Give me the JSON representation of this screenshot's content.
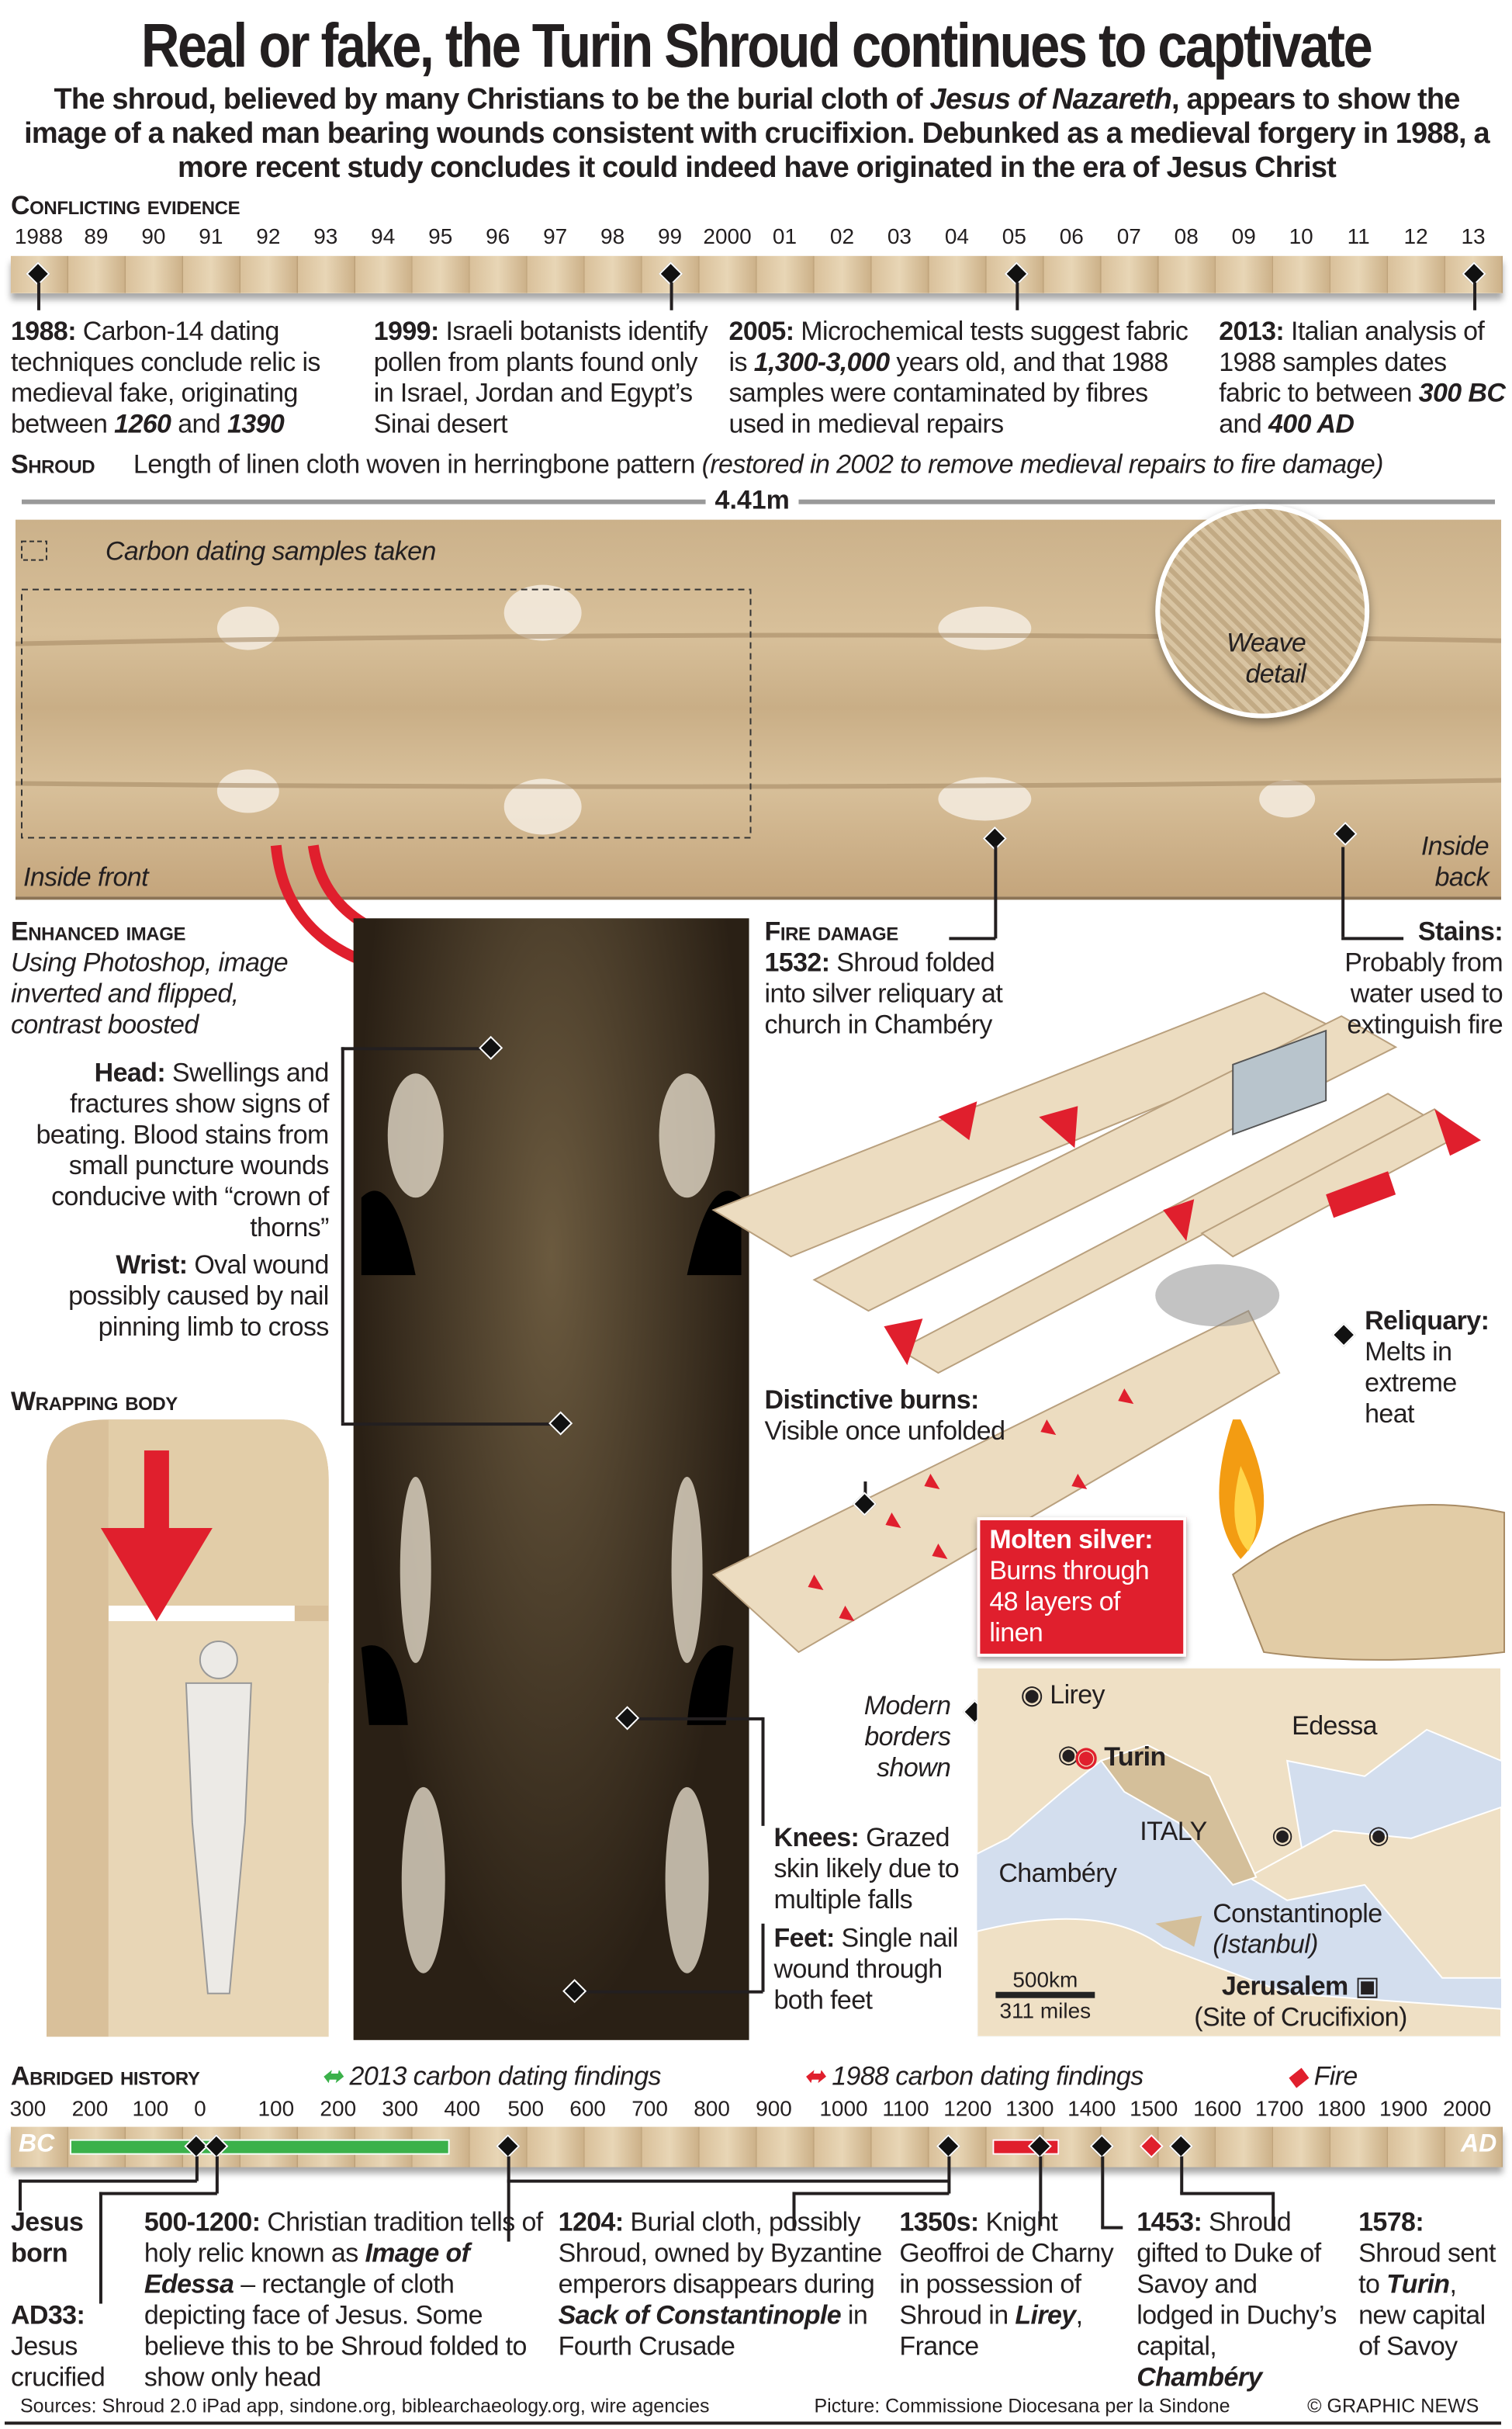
{
  "title": "Real or fake, the Turin Shroud continues to captivate",
  "subtitle": [
    [
      "The shroud, believed by many Christians to be the burial cloth of ",
      ""
    ],
    [
      "Jesus of Nazareth",
      "i"
    ],
    [
      ", appears to show the image of a naked man bearing wounds consistent with crucifixion. Debunked as a medieval forgery in 1988, a more recent study concludes it could indeed have originated in the era of Jesus Christ",
      ""
    ]
  ],
  "evidence": {
    "heading": "Conflicting evidence",
    "years": [
      "1988",
      "89",
      "90",
      "91",
      "92",
      "93",
      "94",
      "95",
      "96",
      "97",
      "98",
      "99",
      "2000",
      "01",
      "02",
      "03",
      "04",
      "05",
      "06",
      "07",
      "08",
      "09",
      "10",
      "11",
      "12",
      "13"
    ],
    "items": [
      [
        [
          "1988:",
          "b"
        ],
        [
          " Carbon-14 dating techniques conclude relic is medieval fake, originating between ",
          ""
        ],
        [
          "1260",
          "bi"
        ],
        [
          " and ",
          ""
        ],
        [
          "1390",
          "bi"
        ]
      ],
      [
        [
          "1999:",
          "b"
        ],
        [
          " Israeli botanists identify pollen from plants found only in Israel, Jordan and Egypt’s Sinai desert",
          ""
        ]
      ],
      [
        [
          "2005:",
          "b"
        ],
        [
          " Microchemical tests suggest fabric is ",
          ""
        ],
        [
          "1,300-3,000",
          "bi"
        ],
        [
          " years old, and that 1988 samples were contaminated by fibres used in medieval repairs",
          ""
        ]
      ],
      [
        [
          "2013:",
          "b"
        ],
        [
          " Italian analysis of 1988 samples dates fabric to between ",
          ""
        ],
        [
          "300 BC",
          "bi"
        ],
        [
          " and ",
          ""
        ],
        [
          "400 AD",
          "bi"
        ]
      ]
    ]
  },
  "shroud": {
    "heading": "Shroud",
    "desc": [
      [
        "Length of linen cloth woven in herringbone pattern ",
        ""
      ],
      [
        "(restored in 2002 to remove medieval repairs to fire damage)",
        "i"
      ]
    ],
    "length": "4.41m",
    "samples": "Carbon dating samples taken",
    "weave": "Weave detail",
    "inside_front": "Inside front",
    "inside_back": "Inside back"
  },
  "enhanced": {
    "heading": "Enhanced image",
    "desc": "Using Photoshop, image inverted and flipped, contrast boosted"
  },
  "head": [
    [
      "Head:",
      "b"
    ],
    [
      " Swellings and fractures show signs of beating. Blood stains from small puncture wounds conducive with “crown of thorns”",
      ""
    ]
  ],
  "wrist": [
    [
      "Wrist:",
      "b"
    ],
    [
      " Oval wound possibly caused by nail pinning limb to cross",
      ""
    ]
  ],
  "wrapping": {
    "heading": "Wrapping body"
  },
  "knees": [
    [
      "Knees:",
      "b"
    ],
    [
      " Grazed skin likely due to multiple falls",
      ""
    ]
  ],
  "feet": [
    [
      "Feet:",
      "b"
    ],
    [
      " Single nail wound through both feet",
      ""
    ]
  ],
  "fire": {
    "heading": "Fire damage",
    "desc": [
      [
        "1532:",
        "b"
      ],
      [
        " Shroud folded into silver reliquary at church in Chambéry",
        ""
      ]
    ],
    "stains": [
      [
        "Stains:",
        "b"
      ],
      [
        " Probably from water used to extinguish fire",
        ""
      ]
    ],
    "reliquary": [
      [
        "Reliquary:",
        "b"
      ],
      [
        " Melts in extreme heat",
        ""
      ]
    ],
    "burns": [
      [
        "Distinctive burns:",
        "b"
      ],
      [
        " Visible once unfolded",
        ""
      ]
    ],
    "molten": [
      [
        "Molten silver:",
        "b"
      ],
      [
        " Burns through 48 layers of linen",
        ""
      ]
    ]
  },
  "map": {
    "note": "Modern borders shown",
    "places": {
      "lirey": "Lirey",
      "turin": "Turin",
      "chambery": "Chambéry",
      "italy": "ITALY",
      "edessa": "Edessa",
      "constantinople": "Constantinople",
      "istanbul": "(Istanbul)",
      "jerusalem": "Jerusalem",
      "crucifixion": "(Site of Crucifixion)"
    },
    "scale_km": "500km",
    "scale_mi": "311 miles"
  },
  "history": {
    "heading": "Abridged history",
    "legend": [
      "2013 carbon dating findings",
      "1988 carbon dating findings",
      "Fire"
    ],
    "axis": [
      "300",
      "200",
      "100",
      "0",
      "100",
      "200",
      "300",
      "400",
      "500",
      "600",
      "700",
      "800",
      "900",
      "1000",
      "1100",
      "1200",
      "1300",
      "1400",
      "1500",
      "1600",
      "1700",
      "1800",
      "1900",
      "2000"
    ],
    "bc": "BC",
    "ad": "AD",
    "items": [
      [
        [
          "Jesus born",
          "b"
        ]
      ],
      [
        [
          "AD33:",
          "b"
        ],
        [
          " Jesus crucified",
          ""
        ]
      ],
      [
        [
          "500-1200:",
          "b"
        ],
        [
          " Christian tradition tells of holy relic known as ",
          ""
        ],
        [
          "Image of Edessa",
          "bi"
        ],
        [
          " – rectangle of cloth depicting face of Jesus. Some believe this to be Shroud folded to show only head",
          ""
        ]
      ],
      [
        [
          "1204:",
          "b"
        ],
        [
          " Burial cloth, possibly Shroud, owned by Byzantine emperors disappears during ",
          ""
        ],
        [
          "Sack of Constantinople",
          "bi"
        ],
        [
          " in Fourth Crusade",
          ""
        ]
      ],
      [
        [
          "1350s:",
          "b"
        ],
        [
          " Knight Geoffroi de Charny in possession of Shroud in ",
          ""
        ],
        [
          "Lirey",
          "bi"
        ],
        [
          ", France",
          ""
        ]
      ],
      [
        [
          "1453:",
          "b"
        ],
        [
          " Shroud gifted to Duke of Savoy and lodged in Duchy’s capital, ",
          ""
        ],
        [
          "Chambéry",
          "bi"
        ]
      ],
      [
        [
          "1578:",
          "b"
        ],
        [
          " Shroud sent to ",
          ""
        ],
        [
          "Turin",
          "bi"
        ],
        [
          ", new capital of Savoy",
          ""
        ]
      ]
    ]
  },
  "footer": {
    "sources": "Sources: Shroud 2.0 iPad app, sindone.org, biblearchaeology.org, wire agencies",
    "picture": "Picture: Commissione Diocesana per la Sindone",
    "credit": "© GRAPHIC NEWS"
  },
  "colors": {
    "red": "#e01f2d",
    "green": "#3bb14a",
    "tan": "#d9c09a",
    "sea": "#d3deee",
    "land": "#efe0c5"
  }
}
